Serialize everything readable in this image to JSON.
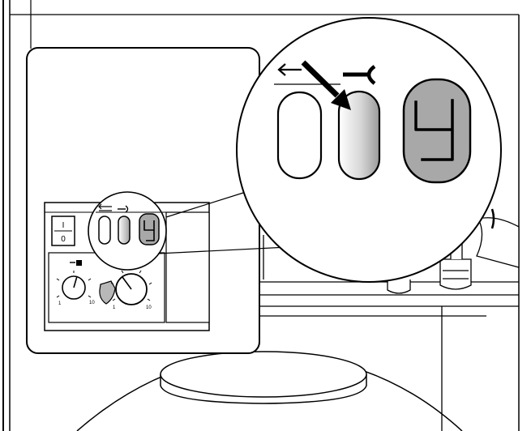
{
  "diagram": {
    "panel": {
      "power_switch": {
        "on_symbol": "I",
        "off_symbol": "0"
      },
      "left_dial": {
        "min_label": "1",
        "max_label": "10",
        "icon": "radiator-icon"
      },
      "right_dial": {
        "min_label": "1",
        "max_label": "10",
        "icon": "tap-icon"
      },
      "small_display_digit": "4"
    },
    "magnifier": {
      "left_button_icon": "reset-arrow-icon",
      "middle_button_icon": "wrench-icon",
      "display_digit": "4",
      "pointer_arrow": "black-diagonal-arrow"
    },
    "colors": {
      "outline": "#000000",
      "panel_background": "#ffffff",
      "display_gray": "#a8a8a8",
      "button_gradient_light": "#ffffff",
      "button_gradient_dark": "#9a9a9a"
    }
  }
}
